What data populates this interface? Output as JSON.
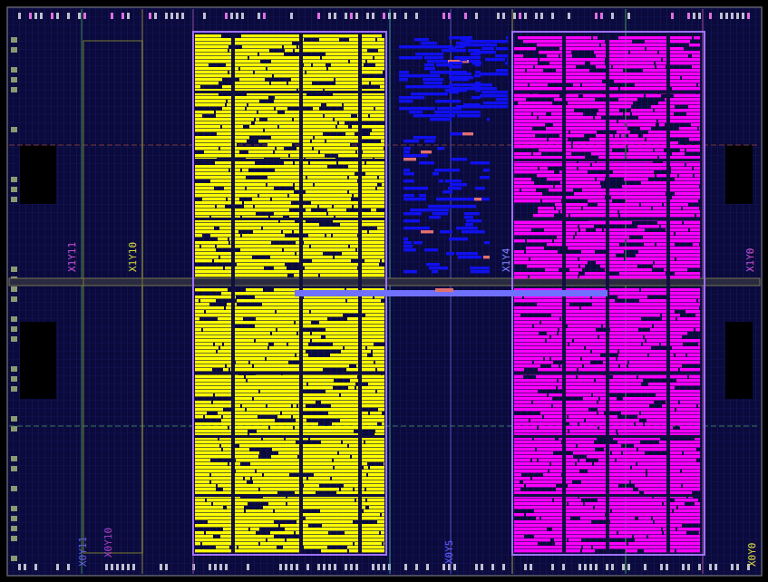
{
  "diagram": {
    "labels": [
      "X1Y11",
      "X1Y10",
      "X1Y4",
      "X1Y0",
      "X0Y11",
      "X0Y10",
      "X0Y5",
      "X0Y0"
    ]
  }
}
